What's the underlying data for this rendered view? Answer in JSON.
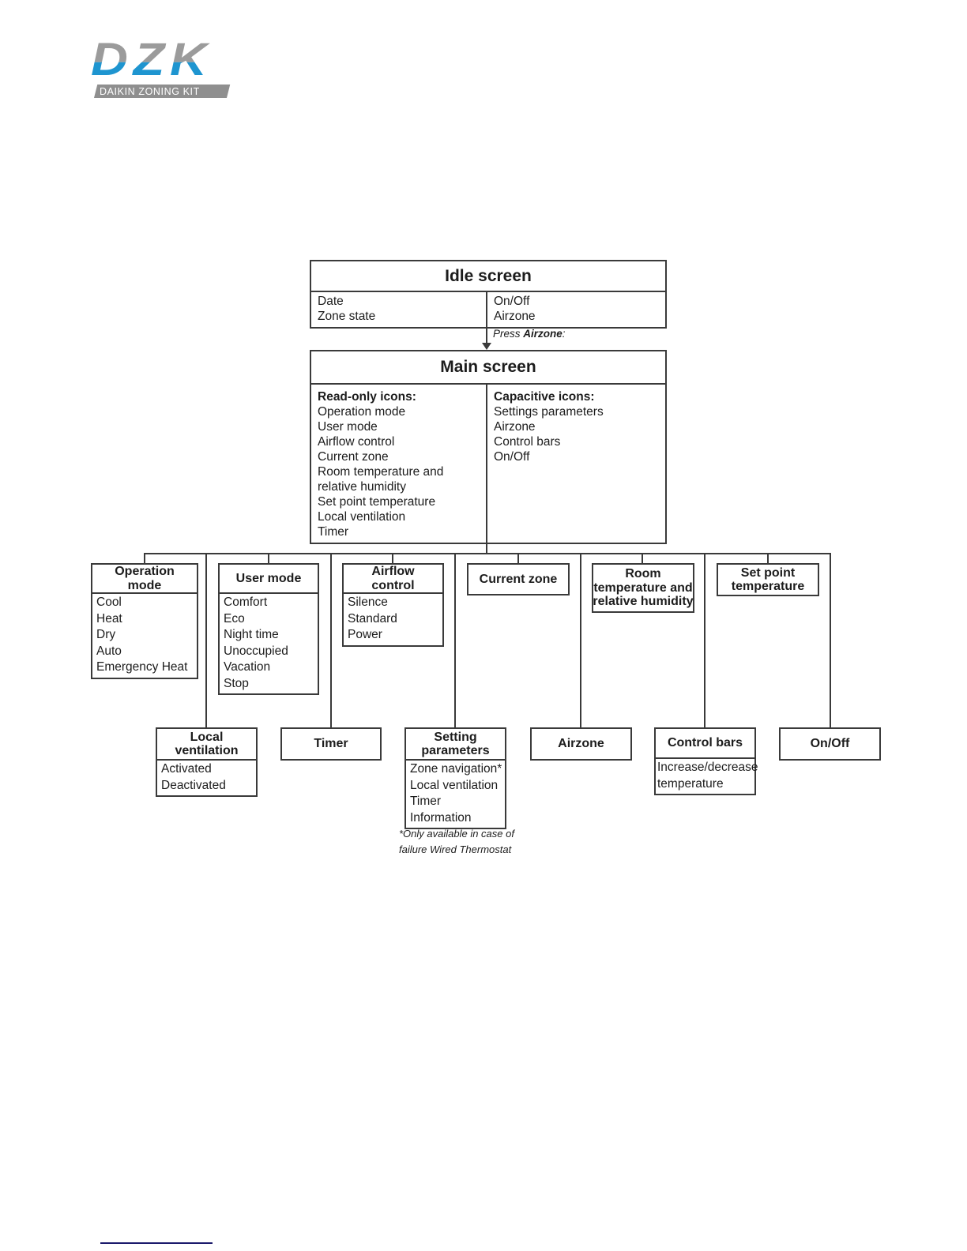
{
  "logo": {
    "brand": "DZK",
    "tagline": "DAIKIN ZONING KIT"
  },
  "colors": {
    "brand_gray": "#9b9b9b",
    "brand_blue": "#1e95d0",
    "bar_gray": "#8f8f8f",
    "rule_navy": "#1b1a6b"
  },
  "idle_screen": {
    "title": "Idle screen",
    "left_items": [
      "Date",
      "Zone state"
    ],
    "right_items": [
      "On/Off",
      "Airzone"
    ]
  },
  "transition": {
    "prefix": "Press ",
    "bold": "Airzone",
    "suffix": ":"
  },
  "main_screen": {
    "title": "Main screen",
    "left_heading": "Read-only icons:",
    "left_items": [
      "Operation mode",
      "User mode",
      "Airflow control",
      "Current zone",
      "Room temperature and\nrelative humidity",
      "Set point temperature",
      "Local ventilation",
      "Timer"
    ],
    "right_heading": "Capacitive icons:",
    "right_items": [
      "Settings parameters",
      "Airzone",
      "Control bars",
      "On/Off"
    ]
  },
  "row1": [
    {
      "title": "Operation\nmode",
      "items": [
        "Cool",
        "Heat",
        "Dry",
        "Auto",
        "Emergency Heat"
      ]
    },
    {
      "title": "User mode",
      "items": [
        "Comfort",
        "Eco",
        "Night time",
        "Unoccupied",
        "Vacation",
        "Stop"
      ]
    },
    {
      "title": "Airflow\ncontrol",
      "items": [
        "Silence",
        "Standard",
        "Power"
      ]
    },
    {
      "title": "Current zone",
      "items": []
    },
    {
      "title": "Room\ntemperature and\nrelative humidity",
      "items": []
    },
    {
      "title": "Set point\ntemperature",
      "items": []
    }
  ],
  "row2": [
    {
      "title": "Local\nventilation",
      "items": [
        "Activated",
        "Deactivated"
      ]
    },
    {
      "title": "Timer",
      "items": []
    },
    {
      "title": "Setting\nparameters",
      "items": [
        "Zone navigation*",
        "Local ventilation",
        "Timer",
        "Information"
      ]
    },
    {
      "title": "Airzone",
      "items": []
    },
    {
      "title": "Control bars",
      "items": [
        "Increase/decrease\ntemperature"
      ]
    },
    {
      "title": "On/Off",
      "items": []
    }
  ],
  "footnote": "*Only available in case of\nfailure Wired Thermostat"
}
